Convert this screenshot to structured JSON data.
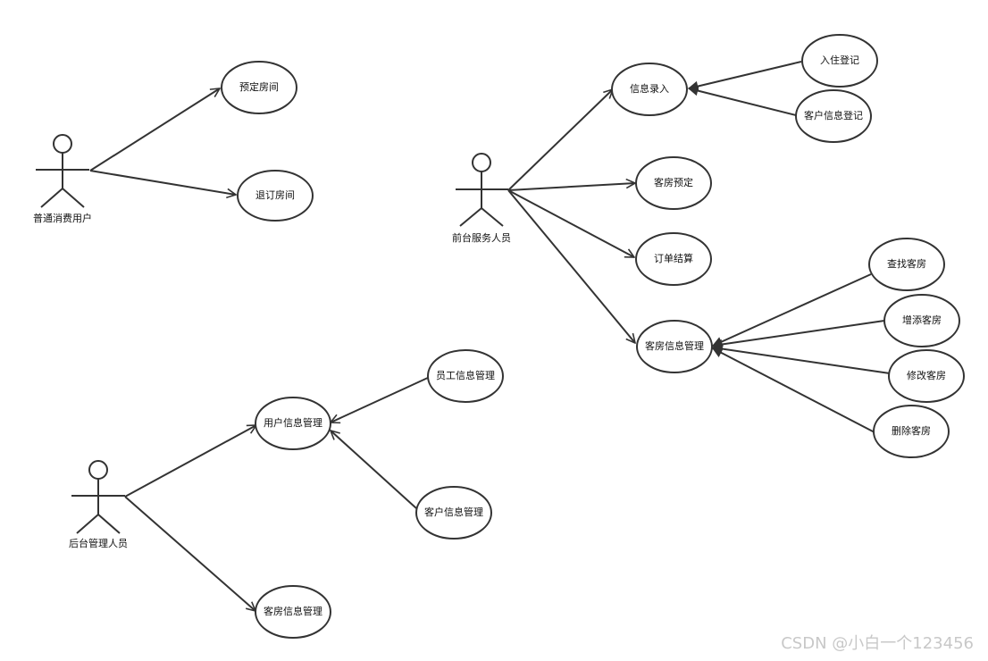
{
  "actors": {
    "consumer": "普通消费用户",
    "front_desk": "前台服务人员",
    "backend_admin": "后台管理人员"
  },
  "use_cases": {
    "book_room": "预定房间",
    "cancel_room": "退订房间",
    "info_entry": "信息录入",
    "checkin_register": "入住登记",
    "customer_info_register": "客户信息登记",
    "room_reserve": "客房预定",
    "order_settle": "订单结算",
    "room_info_mgmt": "客房信息管理",
    "find_room": "查找客房",
    "add_room": "增添客房",
    "modify_room": "修改客房",
    "delete_room": "删除客房",
    "user_info_mgmt": "用户信息管理",
    "staff_info_mgmt": "员工信息管理",
    "customer_info_mgmt": "客户信息管理",
    "backend_room_info_mgmt": "客房信息管理"
  },
  "watermark": "CSDN @小白一个123456"
}
